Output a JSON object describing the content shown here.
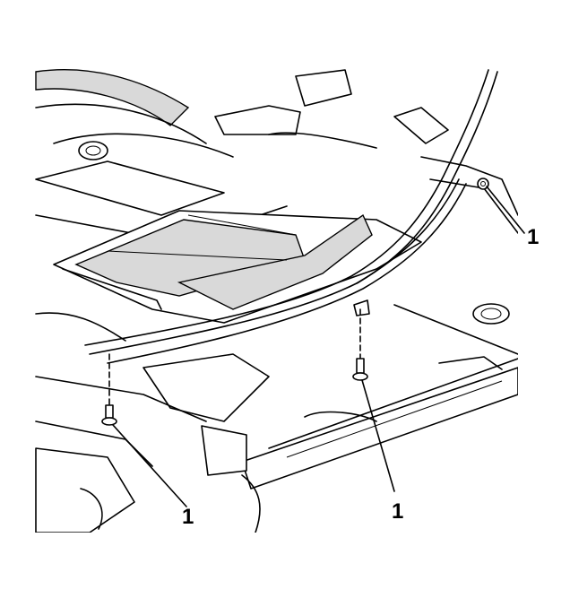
{
  "callouts": [
    {
      "id": "callout-1-top-right",
      "label": "1"
    },
    {
      "id": "callout-1-bottom-left",
      "label": "1"
    },
    {
      "id": "callout-1-bottom-center",
      "label": "1"
    }
  ],
  "colors": {
    "line": "#000000",
    "shade": "#d9d9d9",
    "background": "#ffffff"
  }
}
